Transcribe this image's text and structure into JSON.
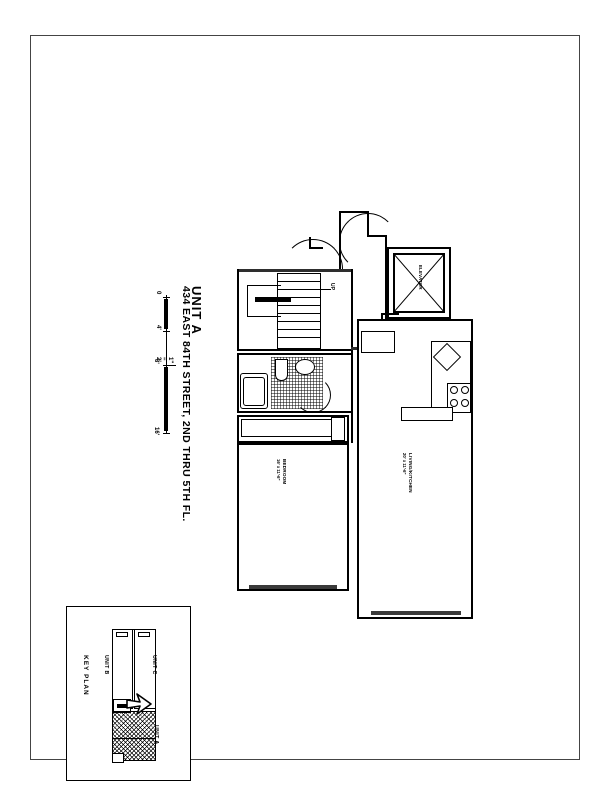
{
  "sheet": {
    "title": {
      "unit": "UNIT A",
      "address": "434 EAST 84TH STREET, 2ND THRU 5TH FL."
    },
    "scale_bar": {
      "ticks": [
        "0",
        "4'",
        "8'",
        "16'"
      ],
      "note": "1\" = 2'"
    },
    "plan": {
      "rooms": [
        {
          "name": "BEDROOM",
          "dimensions": "16' x 11'-6\""
        },
        {
          "name": "LIVING/KITCHEN",
          "dimensions": "20' x 11'-6\""
        }
      ],
      "annotations": {
        "stair_direction": "UP",
        "elevator": "ELEVATOR"
      }
    },
    "key_plan": {
      "title": "KEY PLAN",
      "units": [
        {
          "label": "UNIT B"
        },
        {
          "label": "UNIT C"
        },
        {
          "label": "UNIT A"
        }
      ]
    },
    "colors": {
      "line": "#000000",
      "paper": "#ffffff",
      "window": "#3a3a3a",
      "border": "#444444"
    }
  }
}
